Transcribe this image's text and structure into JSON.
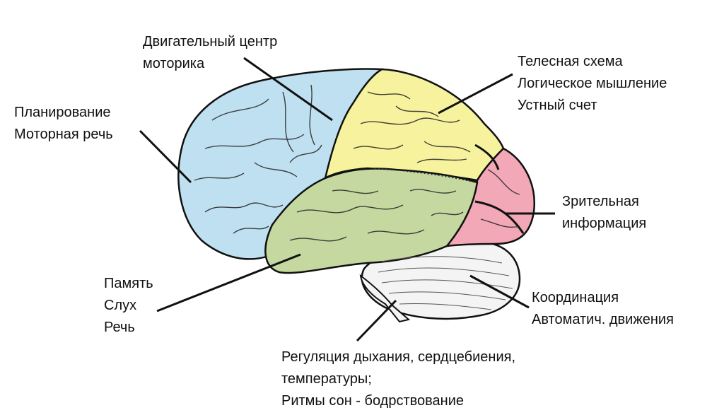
{
  "colors": {
    "frontal": "#bfe0f0",
    "parietal": "#f6f29d",
    "temporal": "#c4d8a0",
    "occipital": "#f2a8b6",
    "cerebellum": "#f4f4f4",
    "outline": "#111111",
    "pointer": "#111111"
  },
  "labels": {
    "motor": [
      "Двигательный центр",
      "моторика"
    ],
    "frontal": [
      "Планирование",
      "Моторная речь"
    ],
    "parietal": [
      "Телесная схема",
      "Логическое мышление",
      "Устный счет"
    ],
    "occipital": [
      "Зрительная",
      "информация"
    ],
    "temporal": [
      "Память",
      "Слух",
      "Речь"
    ],
    "cerebellum": [
      "Координация",
      "Автоматич. движения"
    ],
    "brainstem": [
      "Регуляция дыхания, сердцебиения,",
      "температуры;",
      "Ритмы сон - бодрствование"
    ]
  }
}
